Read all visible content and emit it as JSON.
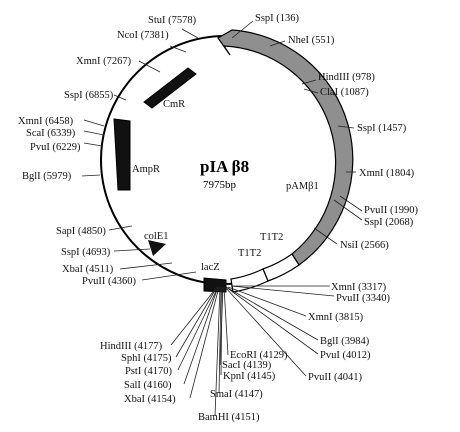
{
  "plasmid": {
    "name": "pIA",
    "name_suffix": "β8",
    "size_label": "7975bp"
  },
  "features": [
    {
      "id": "pAMb1",
      "label": "pAMβ1",
      "color": "#8f8f8f"
    },
    {
      "id": "T1T2-outer",
      "label": "T1T2",
      "color": "#ffffff"
    },
    {
      "id": "T1T2-inner",
      "label": "T1T2",
      "color": "#ffffff"
    },
    {
      "id": "lacZ",
      "label": "lacZ",
      "color": "#111111"
    },
    {
      "id": "colE1",
      "label": "colE1",
      "color": "#111111"
    },
    {
      "id": "AmpR",
      "label": "AmpR",
      "color": "#111111"
    },
    {
      "id": "CmR",
      "label": "CmR",
      "color": "#111111"
    }
  ],
  "sites": [
    "StuI (7578)",
    "NcoI (7381)",
    "XmnI (7267)",
    "SspI (6855)",
    "XmnI (6458)",
    "ScaI (6339)",
    "PvuI (6229)",
    "BglI (5979)",
    "SapI (4850)",
    "SspI (4693)",
    "XbaI (4511)",
    "PvuII (4360)",
    "SspI (136)",
    "NheI (551)",
    "HindIII (978)",
    "ClaI (1087)",
    "SspI (1457)",
    "XmnI (1804)",
    "PvuII (1990)",
    "SspI (2068)",
    "NsiI (2566)",
    "XmnI (3317)",
    "PvuII (3340)",
    "XmnI (3815)",
    "BglI (3984)",
    "PvuI (4012)",
    "PvuII (4041)",
    "HindIII (4177)",
    "SphI (4175)",
    "PstI (4170)",
    "SalI (4160)",
    "XbaI (4154)",
    "EcoRI (4129)",
    "SacI (4139)",
    "KpnI (4145)",
    "SmaI (4147)",
    "BamHI (4151)"
  ]
}
